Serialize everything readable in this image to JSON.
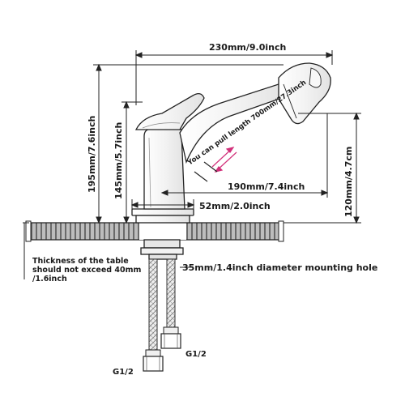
{
  "dimensions": {
    "total_width": "230mm/9.0inch",
    "total_height": "195mm/7.6inch",
    "body_height": "145mm/5.7inch",
    "spout_height": "120mm/4.7cm",
    "reach": "190mm/7.4inch",
    "base_diameter": "52mm/2.0inch",
    "pull_length": "You can pull length 700mm/27.3inch"
  },
  "notes": {
    "table_thickness": [
      "Thickness of the table",
      "should not exceed 40mm",
      "/1.6inch"
    ],
    "mounting_hole": "35mm/1.4inch diameter mounting hole",
    "connector_left": "G1/2",
    "connector_right": "G1/2"
  },
  "colors": {
    "line": "#1a1a1a",
    "arrow_accent": "#d2307a",
    "countertop": "#9a9a9a"
  }
}
